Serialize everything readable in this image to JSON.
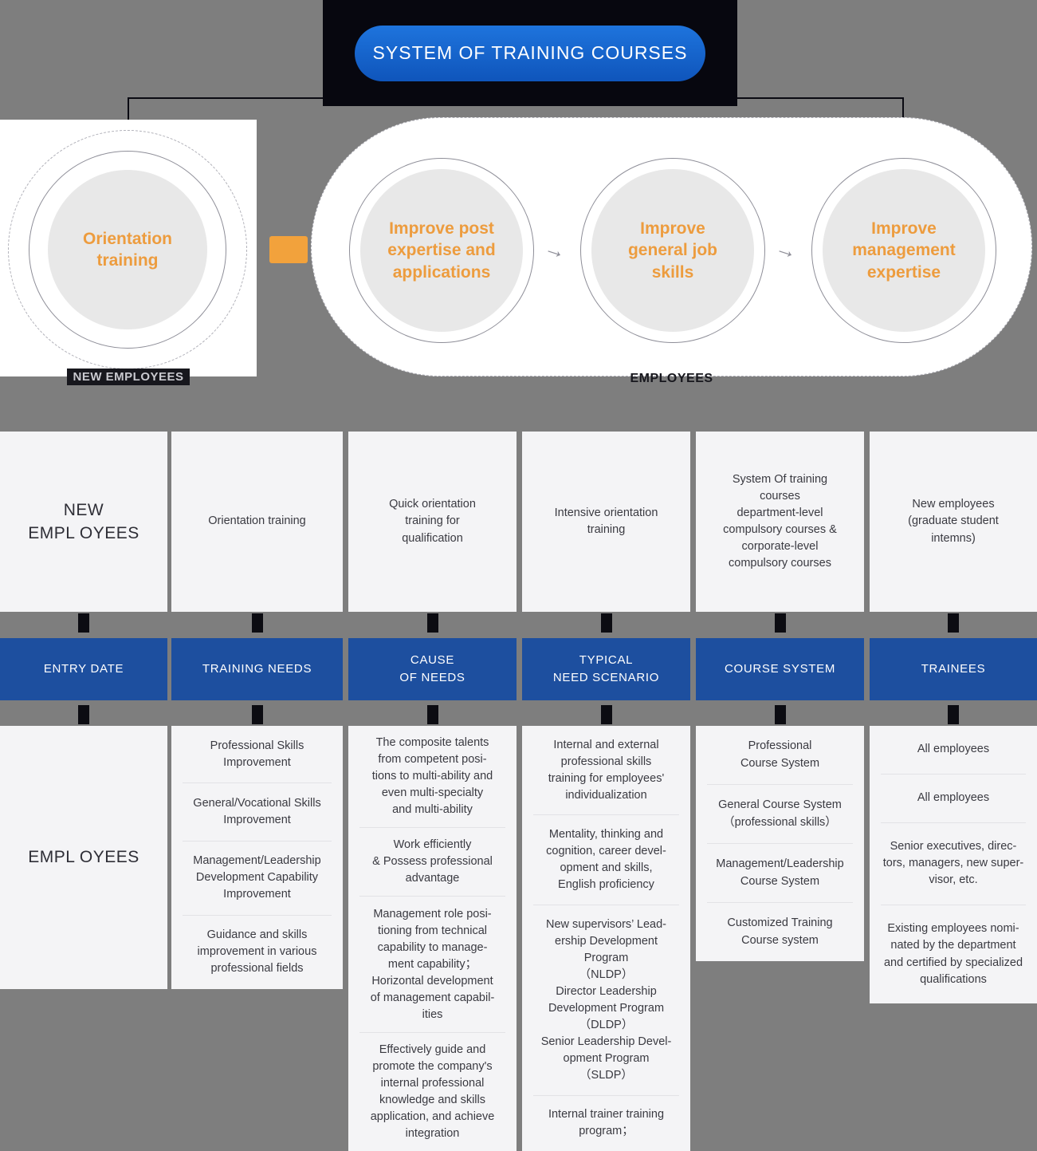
{
  "header": {
    "title": "SYSTEM OF TRAINING COURSES"
  },
  "top": {
    "left_card": {
      "circle_label": "Orientation\ntraining",
      "caption": "NEW EMPLOYEES"
    },
    "right_card": {
      "arrow": "→",
      "circles": [
        "Improve post\nexpertise and\napplications",
        "Improve\ngeneral job\nskills",
        "Improve\nmanagement\nexpertise"
      ],
      "caption": "EMPLOYEES"
    }
  },
  "row_top": {
    "header": "NEW\nEMPL OYEES",
    "cells": [
      "Orientation training",
      "Quick orientation\ntraining for\nqualification",
      "Intensive orientation\ntraining",
      "System Of training\ncourses\ndepartment-level\ncompulsory courses &\ncorporate-level\ncompulsory courses",
      "New employees\n(graduate student\nintemns)"
    ]
  },
  "blue_row": [
    "ENTRY DATE",
    "TRAINING NEEDS",
    "CAUSE\nOF NEEDS",
    "TYPICAL\nNEED SCENARIO",
    "COURSE SYSTEM",
    "TRAINEES"
  ],
  "row_bottom": {
    "header": "EMPL OYEES",
    "columns": [
      [
        "Professional Skills\nImprovement",
        "General/Vocational Skills\nImprovement",
        "Management/Leadership\nDevelopment Capability\nImprovement",
        "Guidance and skills\nimprovement in various\nprofessional fields"
      ],
      [
        "The composite talents\nfrom competent posi-\ntions to multi-ability and\neven multi-specialty\nand multi-ability",
        "Work efficiently\n& Possess professional\nadvantage",
        "Management role posi-\ntioning from technical\ncapability to manage-\nment capability；\nHorizontal development\nof management capabil-\nities",
        "Effectively guide and\npromote the company's\ninternal professional\nknowledge and skills\napplication, and achieve\nintegration"
      ],
      [
        "Internal and external\nprofessional skills\ntraining for employees'\nindividualization",
        "Mentality, thinking and\ncognition, career devel-\nopment and skills,\nEnglish proficiency",
        "New supervisors’ Lead-\nership Development\nProgram\n（NLDP）\nDirector Leadership\nDevelopment Program\n（DLDP）\nSenior Leadership Devel-\nopment Program\n（SLDP）",
        "Internal trainer training\nprogram；"
      ],
      [
        "Professional\nCourse System",
        "General Course System\n（professional skills）",
        "Management/Leadership\nCourse System",
        "Customized Training\nCourse system"
      ],
      [
        "All employees",
        "All employees",
        "Senior executives, direc-\ntors, managers, new super-\nvisor, etc.",
        "Existing employees nomi-\nnated by the department\nand certified by specialized\nqualifications"
      ]
    ]
  }
}
